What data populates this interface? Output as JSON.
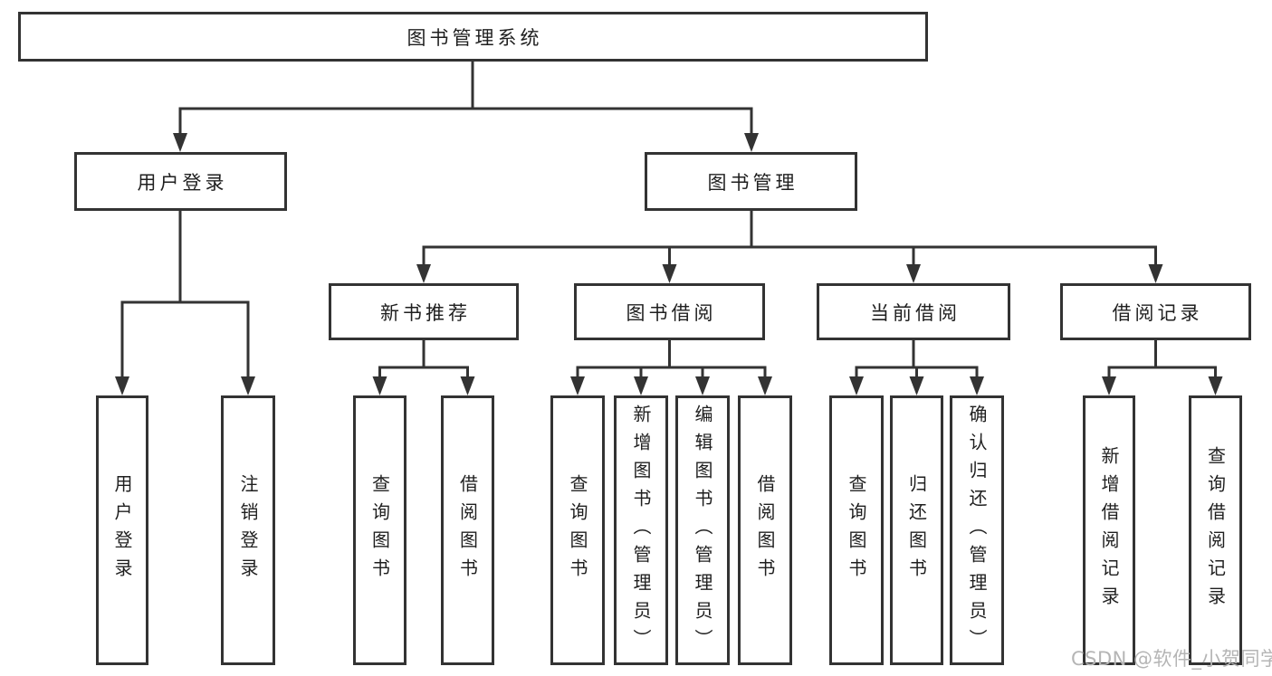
{
  "root": {
    "label": "图书管理系统"
  },
  "level2": {
    "user_login": {
      "label": "用户登录"
    },
    "book_management": {
      "label": "图书管理"
    }
  },
  "level3": {
    "new_book_recommend": {
      "label": "新书推荐"
    },
    "book_borrow": {
      "label": "图书借阅"
    },
    "current_borrow": {
      "label": "当前借阅"
    },
    "borrow_records": {
      "label": "借阅记录"
    }
  },
  "leaves": {
    "user_login": [
      "用户登录",
      "注销登录"
    ],
    "new_book_recommend": [
      "查询图书",
      "借阅图书"
    ],
    "book_borrow": [
      "查询图书",
      "新增图书（管理员）",
      "编辑图书（管理员）",
      "借阅图书"
    ],
    "current_borrow": [
      "查询图书",
      "归还图书",
      "确认归还（管理员）"
    ],
    "borrow_records": [
      "新增借阅记录",
      "查询借阅记录"
    ]
  },
  "watermark": {
    "label": "CSDN @软件_小贺同学"
  },
  "colors": {
    "line": "#333333",
    "box_border": "#333333",
    "text": "#1f1f1f",
    "watermark": "#b5b5b5",
    "background": "#ffffff"
  }
}
